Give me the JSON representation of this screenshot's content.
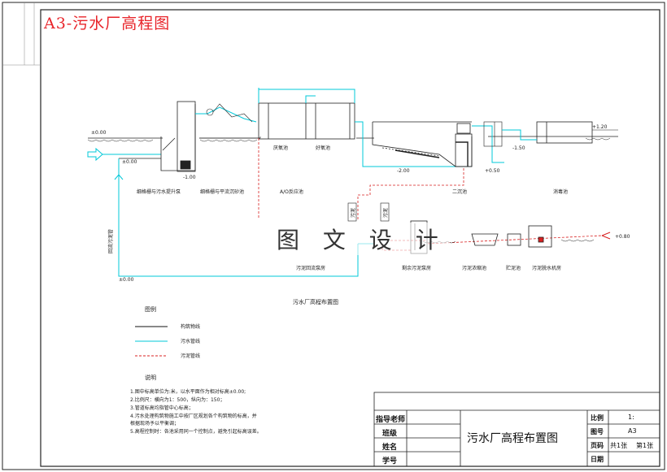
{
  "header": {
    "title": "A3-污水厂高程图"
  },
  "watermark": "图 文 设 计",
  "diagram": {
    "labels": {
      "screen_pump": "细格栅与污水提升泵",
      "fine_screen_grit": "细格栅与平流沉砂池",
      "ao_tank": "A/O反应池",
      "anaerobic": "厌氧池",
      "aerobic": "好氧池",
      "secondary_clarifier": "二沉池",
      "disinfection": "消毒池",
      "sludge_return_pump": "污泥回流泵房",
      "excess_sludge_pump": "剩余污泥泵房",
      "sludge_thickener": "污泥浓缩池",
      "digester": "贮泥池",
      "dewatering": "污泥脱水机房",
      "return_sludge_pipe": "回流污泥管",
      "sludge_vert_1": "污泥",
      "sludge_vert_2": "污泥",
      "plan_title": "污水厂高程布置图"
    },
    "elevations": [
      "±0.00",
      "±0.00",
      "-1.00",
      "-2.00",
      "+0.50",
      "+1.20",
      "±0.00",
      "+0.80",
      "-1.50"
    ]
  },
  "legend": {
    "title": "图例",
    "items": [
      {
        "label": "构筑物线",
        "color": "#111111",
        "style": "solid"
      },
      {
        "label": "污水管线",
        "color": "#00c8d8",
        "style": "solid"
      },
      {
        "label": "污泥管线",
        "color": "#d82020",
        "style": "dashed"
      }
    ]
  },
  "notes": {
    "title": "说明",
    "items": [
      "1.图中标高单位为:米，以水平面作为相对标高±0.00;",
      "2.比例尺：横向为1：500，纵向为：150；",
      "3.管道标高均指管中心标高；",
      "4.污水处理构筑物施工中按厂区规划各个构筑物的标高，并",
      "   根据现场予以平衡调；",
      "5.高程控制时：各池采用同一个控制点，避免引起标高误差。"
    ]
  },
  "title_block": {
    "advisor": "指导老师",
    "class": "班级",
    "name": "姓名",
    "student_id": "学号",
    "drawing_name": "污水厂高程布置图",
    "scale_label": "比例",
    "scale_value": "1:",
    "drawing_no_label": "图号",
    "drawing_no_value": "A3",
    "pages_label": "页码",
    "pages_total": "共1张",
    "pages_current": "第1张",
    "date_label": "日期"
  }
}
